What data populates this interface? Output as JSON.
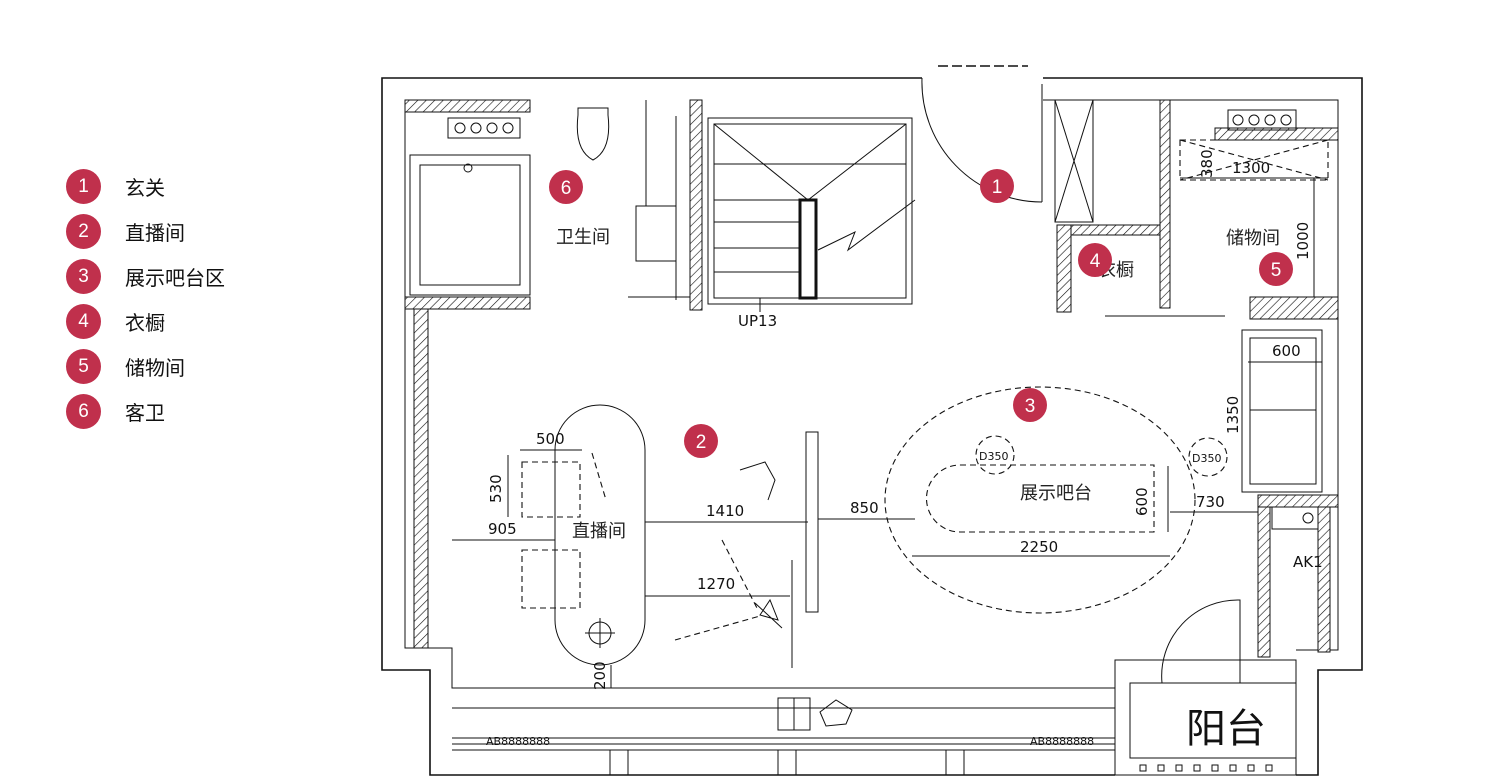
{
  "legend": [
    {
      "num": "1",
      "label": "玄关"
    },
    {
      "num": "2",
      "label": "直播间"
    },
    {
      "num": "3",
      "label": "展示吧台区"
    },
    {
      "num": "4",
      "label": "衣橱"
    },
    {
      "num": "5",
      "label": "储物间"
    },
    {
      "num": "6",
      "label": "客卫"
    }
  ],
  "plan": {
    "rooms": {
      "bathroom": "卫生间",
      "wardrobe": "衣橱",
      "storage": "储物间",
      "studio": "直播间",
      "bar": "展示吧台",
      "balcony": "阳台"
    },
    "labels": {
      "stairs": "UP13",
      "ak": "AK1",
      "circle_left": "D350",
      "circle_right": "D350"
    },
    "dimensions": {
      "d500": "500",
      "d530": "530",
      "d905": "905",
      "d1410": "1410",
      "d1270": "1270",
      "d850": "850",
      "d600_bar": "600",
      "d2250": "2250",
      "d730": "730",
      "d600_cab": "600",
      "d1350": "1350",
      "d1000": "1000",
      "d1300": "1300",
      "d380": "380",
      "d200": "200"
    },
    "markers": [
      "1",
      "2",
      "3",
      "4",
      "5",
      "6"
    ]
  },
  "colors": {
    "accent": "#c0304c",
    "line": "#111111"
  }
}
